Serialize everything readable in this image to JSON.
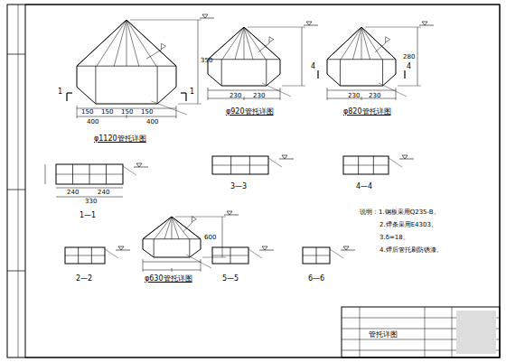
{
  "diagram": {
    "title": "管托详图",
    "labels": [
      "φ1120管托详图",
      "400",
      "400",
      "150",
      "150",
      "150",
      "150",
      "φ920管托详图",
      "230",
      "230",
      "φ820管托详图",
      "230",
      "230",
      "1—1",
      "240",
      "240",
      "330",
      "3—3",
      "4—4",
      "2—2",
      "φ630管托详图",
      "5—5",
      "6—6",
      "说明：1.钢板采用Q235-B。",
      "2.焊条采用E4303。",
      "3.δ=18。",
      "4.焊后管托刷防锈漆。",
      "350",
      "280",
      "600",
      "1",
      "1",
      "4",
      "4"
    ]
  }
}
